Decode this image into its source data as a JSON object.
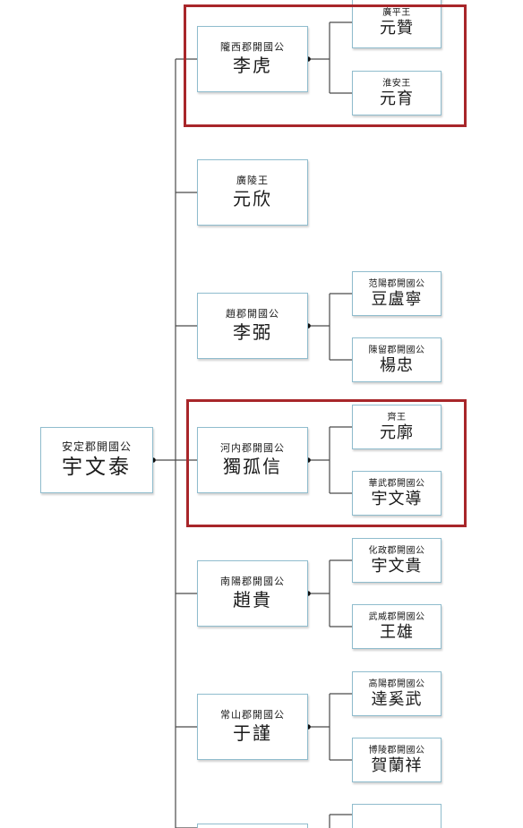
{
  "root": {
    "title": "安定郡開國公",
    "name": "宇文泰"
  },
  "branches": [
    {
      "title": "隴西郡開國公",
      "name": "李虎",
      "children": [
        {
          "title": "廣平王",
          "name": "元贊"
        },
        {
          "title": "淮安王",
          "name": "元育"
        }
      ]
    },
    {
      "title": "廣陵王",
      "name": "元欣",
      "children": []
    },
    {
      "title": "趙郡開國公",
      "name": "李弼",
      "children": [
        {
          "title": "范陽郡開國公",
          "name": "豆盧寧"
        },
        {
          "title": "陳留郡開國公",
          "name": "楊忠"
        }
      ]
    },
    {
      "title": "河内郡開國公",
      "name": "獨孤信",
      "children": [
        {
          "title": "齊王",
          "name": "元廓"
        },
        {
          "title": "華武郡開國公",
          "name": "宇文導"
        }
      ]
    },
    {
      "title": "南陽郡開國公",
      "name": "趙貴",
      "children": [
        {
          "title": "化政郡開國公",
          "name": "宇文貴"
        },
        {
          "title": "武威郡開國公",
          "name": "王雄"
        }
      ]
    },
    {
      "title": "常山郡開國公",
      "name": "于謹",
      "children": [
        {
          "title": "高陽郡開國公",
          "name": "達奚武"
        },
        {
          "title": "博陵郡開國公",
          "name": "賀蘭祥"
        }
      ]
    }
  ],
  "highlight_color": "#a8262a",
  "border_color": "#8fbccd"
}
